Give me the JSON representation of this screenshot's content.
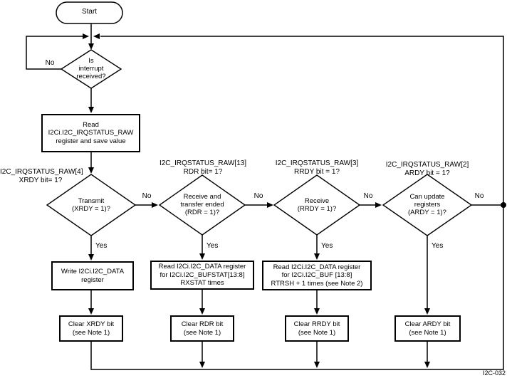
{
  "figure": {
    "id_label": "I2C-032"
  },
  "colors": {
    "line": "#000000",
    "background": "#ffffff",
    "text": "#000000"
  },
  "start": {
    "label": "Start"
  },
  "interrupt_check": {
    "question": "Is\ninterrupt\nreceived?",
    "no_label": "No"
  },
  "read_status_box": {
    "text": "Read\nI2Ci.I2C_IRQSTATUS_RAW\nregister and save value"
  },
  "branches": [
    {
      "bit_label": "I2C_IRQSTATUS_RAW[4]\nXRDY bit= 1?",
      "question": "Transmit\n(XRDY = 1)?",
      "no_label": "No",
      "yes_label": "Yes",
      "action": "Write I2Ci.I2C_DATA\nregister",
      "clear": "Clear XRDY bit\n(see Note 1)"
    },
    {
      "bit_label": "I2C_IRQSTATUS_RAW[13]\nRDR bit= 1?",
      "question": "Receive and\ntransfer ended\n(RDR = 1)?",
      "no_label": "No",
      "yes_label": "Yes",
      "action": "Read I2Ci.I2C_DATA register\nfor I2Ci.I2C_BUFSTAT[13:8]\nRXSTAT times",
      "clear": "Clear RDR bit\n(see Note 1)"
    },
    {
      "bit_label": "I2C_IRQSTATUS_RAW[3]\nRRDY bit = 1?",
      "question": "Receive\n(RRDY = 1)?",
      "no_label": "No",
      "yes_label": "Yes",
      "action": "Read I2Ci.I2C_DATA register\nfor I2Ci.I2C_BUF [13:8]\nRTRSH + 1 times (see Note 2)",
      "clear": "Clear RRDY bit\n(see Note 1)"
    },
    {
      "bit_label": "I2C_IRQSTATUS_RAW[2]\nARDY bit = 1?",
      "question": "Can update\nregisters\n(ARDY = 1)?",
      "no_label": "No",
      "yes_label": "Yes",
      "clear": "Clear ARDY bit\n(see Note 1)"
    }
  ]
}
